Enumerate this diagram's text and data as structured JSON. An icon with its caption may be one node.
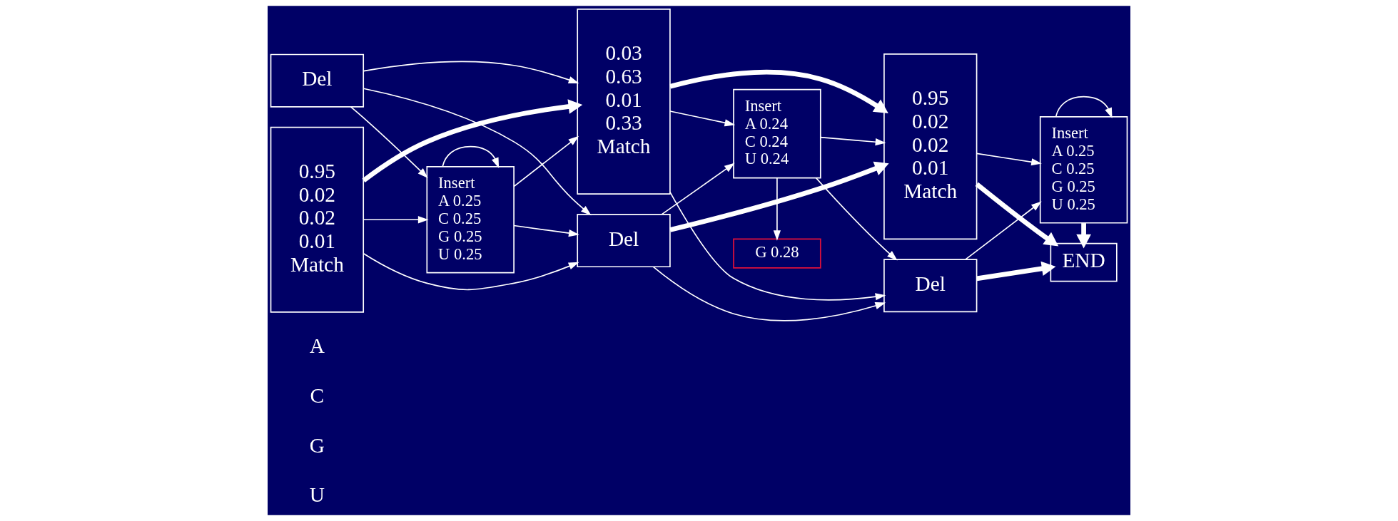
{
  "diagram": {
    "nodes": [
      {
        "text": [
          "Del"
        ]
      },
      {
        "text": [
          "0.95",
          "0.02",
          "0.02",
          "0.01",
          "Match"
        ]
      },
      {
        "text": [
          "Insert",
          "A 0.25",
          "C 0.25",
          "G 0.25",
          "U 0.25"
        ]
      },
      {
        "text": [
          "Del"
        ]
      },
      {
        "text": [
          "0.03",
          "0.63",
          "0.01",
          "0.33",
          "Match"
        ]
      },
      {
        "text": [
          "Insert",
          "A 0.24",
          "C 0.24",
          "U 0.24"
        ]
      },
      {
        "text": [
          "G 0.28"
        ]
      },
      {
        "text": [
          "Del"
        ]
      },
      {
        "text": [
          "0.95",
          "0.02",
          "0.02",
          "0.01",
          "Match"
        ]
      },
      {
        "text": [
          "END"
        ]
      },
      {
        "text": [
          "Insert",
          "A 0.25",
          "C 0.25",
          "G 0.25",
          "U 0.25"
        ]
      }
    ],
    "edges": [
      {
        "from": 0,
        "to": 3,
        "arrow": "to"
      },
      {
        "from": 0,
        "to": 4,
        "arrow": "to"
      },
      {
        "from": 0,
        "to": 2,
        "arrow": "to"
      },
      {
        "from": 1,
        "to": 3,
        "arrow": "to"
      },
      {
        "from": 1,
        "to": 4,
        "arrow": "to",
        "style": "thick"
      },
      {
        "from": 1,
        "to": 2,
        "arrow": "to"
      },
      {
        "from": 2,
        "to": 3,
        "arrow": "to"
      },
      {
        "from": 2,
        "to": 4,
        "arrow": "to"
      },
      {
        "from": 2,
        "to": 2,
        "arrow": "to"
      },
      {
        "from": 3,
        "to": 7,
        "arrow": "to"
      },
      {
        "from": 3,
        "to": 8,
        "arrow": "to",
        "style": "thick"
      },
      {
        "from": 3,
        "to": 5,
        "arrow": "to"
      },
      {
        "from": 4,
        "to": 7,
        "arrow": "to"
      },
      {
        "from": 4,
        "to": 8,
        "arrow": "to",
        "style": "thick"
      },
      {
        "from": 4,
        "to": 5,
        "arrow": "to"
      },
      {
        "from": 5,
        "to": 7,
        "arrow": "to"
      },
      {
        "from": 5,
        "to": 8,
        "arrow": "to"
      },
      {
        "from": 5,
        "to": 6,
        "arrow": "to"
      },
      {
        "from": 7,
        "to": 9,
        "arrow": "to",
        "style": "thick"
      },
      {
        "from": 7,
        "to": 10,
        "arrow": "to"
      },
      {
        "from": 8,
        "to": 9,
        "arrow": "to",
        "style": "thick"
      },
      {
        "from": 8,
        "to": 10,
        "arrow": "to"
      },
      {
        "from": 10,
        "to": 9,
        "arrow": "to",
        "style": "thick"
      },
      {
        "from": 10,
        "to": 10,
        "arrow": "to"
      }
    ],
    "labels": [
      "A",
      "C",
      "G",
      "U"
    ]
  }
}
